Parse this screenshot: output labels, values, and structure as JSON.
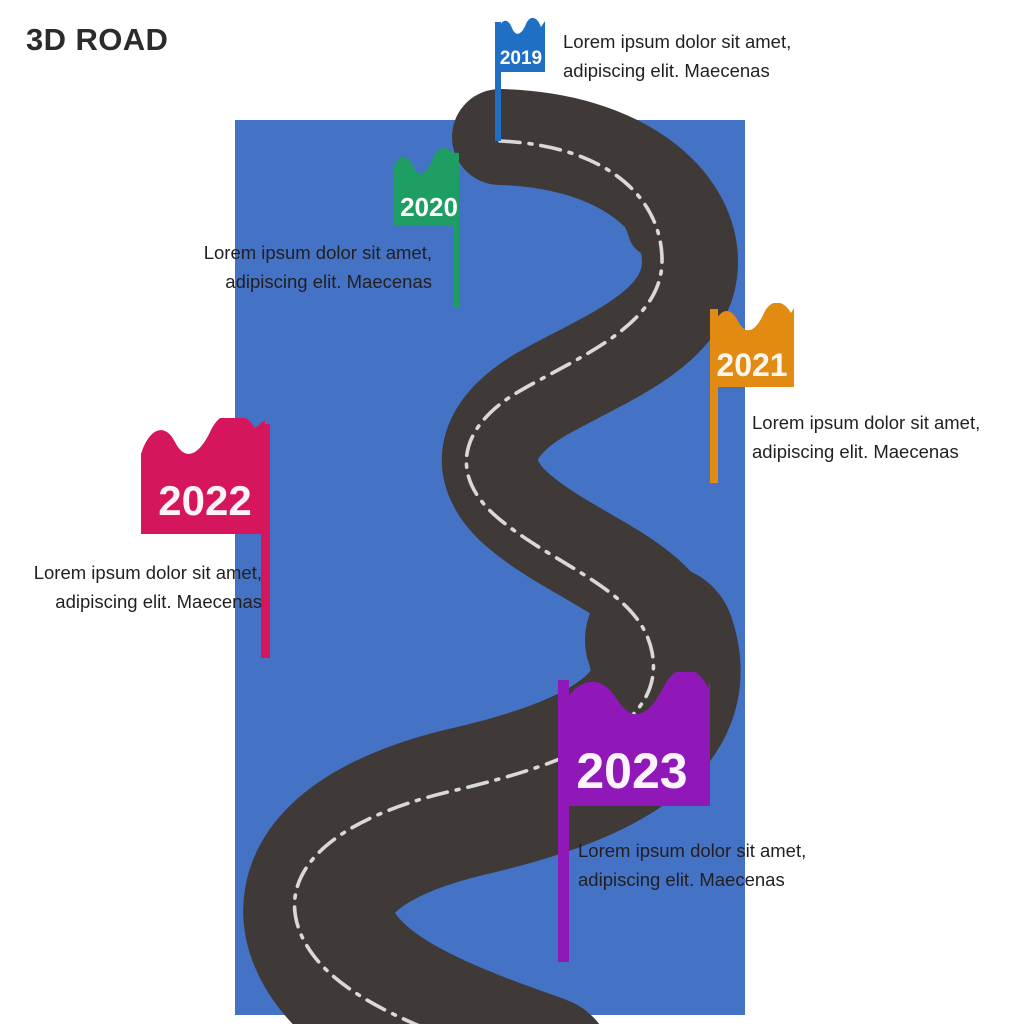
{
  "title": "3D ROAD",
  "colors": {
    "background": "#ffffff",
    "panel_blue": "#4472c4",
    "road_dark": "#3f3a38",
    "road_centerline": "#d9d9d9",
    "title_text": "#2b2b2b",
    "caption_text": "#231f20"
  },
  "milestones": [
    {
      "year": "2019",
      "color": "#1f6fc4",
      "pole_side": "left",
      "caption": "Lorem ipsum dolor sit amet,\nadipiscing elit. Maecenas",
      "caption_align": "left"
    },
    {
      "year": "2020",
      "color": "#1e9e63",
      "pole_side": "right",
      "caption": "Lorem ipsum dolor sit amet,\nadipiscing elit. Maecenas",
      "caption_align": "right"
    },
    {
      "year": "2021",
      "color": "#e18b12",
      "pole_side": "left",
      "caption": "Lorem ipsum dolor sit amet,\nadipiscing elit. Maecenas",
      "caption_align": "left"
    },
    {
      "year": "2022",
      "color": "#d6165c",
      "pole_side": "right",
      "caption": "Lorem ipsum dolor sit amet,\nadipiscing elit. Maecenas",
      "caption_align": "right"
    },
    {
      "year": "2023",
      "color": "#9018b8",
      "pole_side": "left",
      "caption": "Lorem ipsum dolor sit amet,\nadipiscing elit. Maecenas",
      "caption_align": "left"
    }
  ]
}
